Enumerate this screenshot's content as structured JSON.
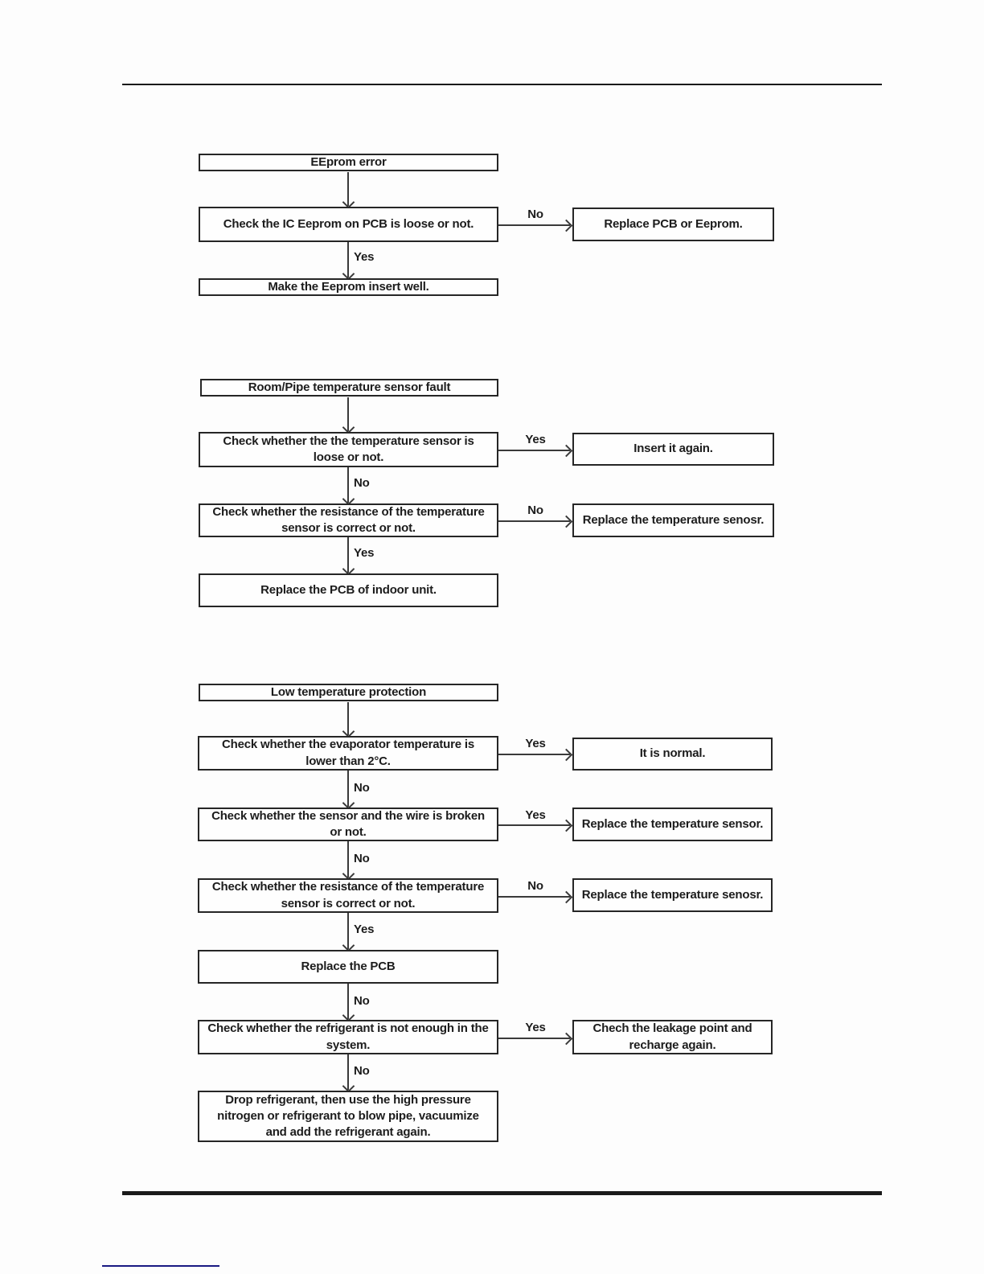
{
  "colors": {
    "rule": "#1a1a1a",
    "box_border": "#262626",
    "arrow": "#3a3a3a",
    "footer_link_underline": "#191983"
  },
  "flows": [
    {
      "name": "eeprom-error",
      "nodes": [
        {
          "label": "EEprom error"
        },
        {
          "label": "Check the IC Eeprom on PCB is loose or not."
        },
        {
          "label": "Replace PCB or Eeprom."
        },
        {
          "label": "Make the Eeprom insert well."
        }
      ],
      "edges": [
        {
          "label": "No"
        },
        {
          "label": "Yes"
        }
      ]
    },
    {
      "name": "room-pipe-temperature-sensor-fault",
      "nodes": [
        {
          "label": "Room/Pipe temperature sensor fault"
        },
        {
          "label": "Check whether the the temperature sensor is loose or not."
        },
        {
          "label": "Insert it again."
        },
        {
          "label": "Check whether the resistance of the temperature sensor is correct or not."
        },
        {
          "label": "Replace the temperature senosr."
        },
        {
          "label": "Replace the PCB of indoor unit."
        }
      ],
      "edges": [
        {
          "label": "Yes"
        },
        {
          "label": "No"
        },
        {
          "label": "No"
        },
        {
          "label": "Yes"
        }
      ]
    },
    {
      "name": "low-temperature-protection",
      "nodes": [
        {
          "label": "Low temperature protection"
        },
        {
          "label": "Check whether the evaporator temperature is lower than 2°C."
        },
        {
          "label": "It is normal."
        },
        {
          "label": "Check whether the sensor and the wire is broken or not."
        },
        {
          "label": "Replace the temperature sensor."
        },
        {
          "label": "Check whether the resistance of the temperature sensor is correct or not."
        },
        {
          "label": "Replace the temperature senosr."
        },
        {
          "label": "Replace the PCB"
        },
        {
          "label": "Check whether the refrigerant is not enough in the system."
        },
        {
          "label": "Chech the leakage point and recharge again."
        },
        {
          "label": "Drop refrigerant, then use the high pressure nitrogen or refrigerant to blow pipe, vacuumize and add the refrigerant again."
        }
      ],
      "edges": [
        {
          "label": "Yes"
        },
        {
          "label": "No"
        },
        {
          "label": "Yes"
        },
        {
          "label": "No"
        },
        {
          "label": "No"
        },
        {
          "label": "Yes"
        },
        {
          "label": "No"
        },
        {
          "label": "Yes"
        },
        {
          "label": "No"
        }
      ]
    }
  ]
}
